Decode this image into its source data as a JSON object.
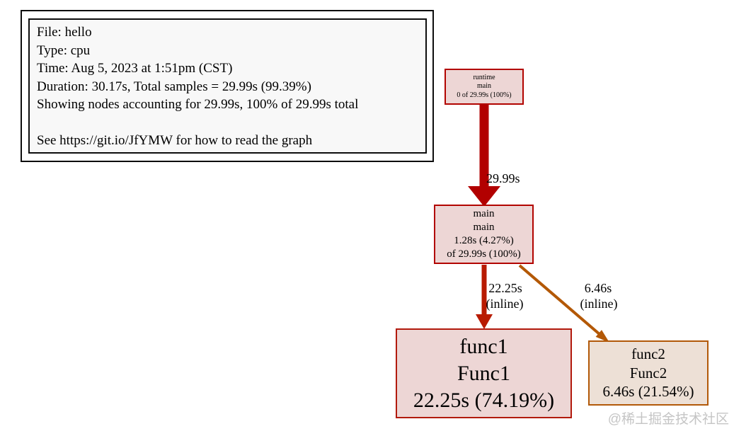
{
  "legend": {
    "lines": [
      "File: hello",
      "Type: cpu",
      "Time: Aug 5, 2023 at 1:51pm (CST)",
      "Duration: 30.17s, Total samples = 29.99s (99.39%)",
      "Showing nodes accounting for 29.99s, 100% of 29.99s total",
      "",
      "See https://git.io/JfYMW for how to read the graph"
    ]
  },
  "graph": {
    "nodes": [
      {
        "id": "runtime-main",
        "lines": [
          "runtime",
          "main",
          "0 of 29.99s (100%)"
        ],
        "fill": "#edd6d5",
        "border": "#b20400"
      },
      {
        "id": "main",
        "lines": [
          "main",
          "main",
          "1.28s (4.27%)",
          "of 29.99s (100%)"
        ],
        "fill": "#edd6d5",
        "border": "#b20400"
      },
      {
        "id": "func1",
        "lines": [
          "func1",
          "Func1",
          "22.25s (74.19%)"
        ],
        "fill": "#edd6d5",
        "border": "#b21a0d"
      },
      {
        "id": "func2",
        "lines": [
          "func2",
          "Func2",
          "6.46s (21.54%)"
        ],
        "fill": "#ede0d6",
        "border": "#b25909"
      }
    ],
    "edges": [
      {
        "from": "runtime.main",
        "to": "main",
        "label": "29.99s",
        "sublabel": "",
        "color": "#b20000"
      },
      {
        "from": "main",
        "to": "func1",
        "label": "22.25s",
        "sublabel": "(inline)",
        "color": "#b81b02"
      },
      {
        "from": "main",
        "to": "func2",
        "label": "6.46s",
        "sublabel": "(inline)",
        "color": "#b35806"
      }
    ]
  },
  "watermark": "@稀土掘金技术社区"
}
